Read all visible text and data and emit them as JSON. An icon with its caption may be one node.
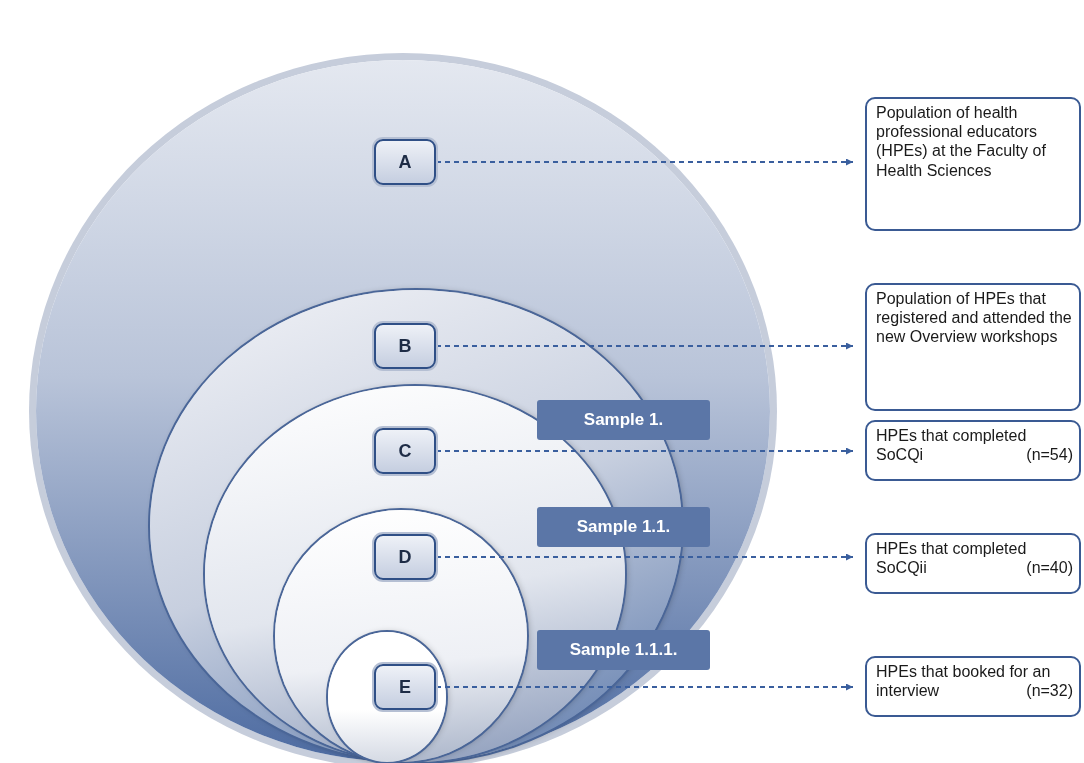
{
  "diagram": {
    "nodes": [
      {
        "text": [],
        "shape": "circle"
      },
      {
        "text": [
          "A"
        ],
        "in": 0
      },
      {
        "text": [],
        "shape": "circle",
        "in": 0
      },
      {
        "text": [
          "B"
        ],
        "in": 2
      },
      {
        "text": [],
        "shape": "circle",
        "in": 2
      },
      {
        "text": [
          "C"
        ],
        "in": 4
      },
      {
        "text": [],
        "shape": "circle",
        "in": 4
      },
      {
        "text": [
          "D"
        ],
        "in": 6
      },
      {
        "text": [],
        "shape": "circle",
        "in": 6
      },
      {
        "text": [
          "E"
        ],
        "in": 8
      },
      {
        "text": [
          "Population of health professional educators (HPEs) at the Faculty of Health Sciences"
        ]
      },
      {
        "text": [
          "Population of HPEs that registered and attended the new Overview workshops"
        ]
      },
      {
        "text": [
          "HPEs that completed SoCQi",
          "(n=54)"
        ]
      },
      {
        "text": [
          "HPEs that completed SoCQii",
          "(n=40)"
        ]
      },
      {
        "text": [
          "HPEs that booked for an interview",
          "(n=32)"
        ]
      },
      {
        "text": [
          "Sample 1."
        ],
        "in": 0
      },
      {
        "text": [
          "Sample 1.1."
        ],
        "in": 0
      },
      {
        "text": [
          "Sample 1.1.1."
        ],
        "in": 0
      }
    ],
    "edges": [
      {
        "from": 1,
        "to": 10,
        "arrow": "to",
        "style": "dashed"
      },
      {
        "from": 3,
        "to": 11,
        "arrow": "to",
        "style": "dashed"
      },
      {
        "from": 5,
        "to": 12,
        "arrow": "to",
        "style": "dashed"
      },
      {
        "from": 7,
        "to": 13,
        "arrow": "to",
        "style": "dashed"
      },
      {
        "from": 9,
        "to": 14,
        "arrow": "to",
        "style": "dashed"
      }
    ]
  }
}
